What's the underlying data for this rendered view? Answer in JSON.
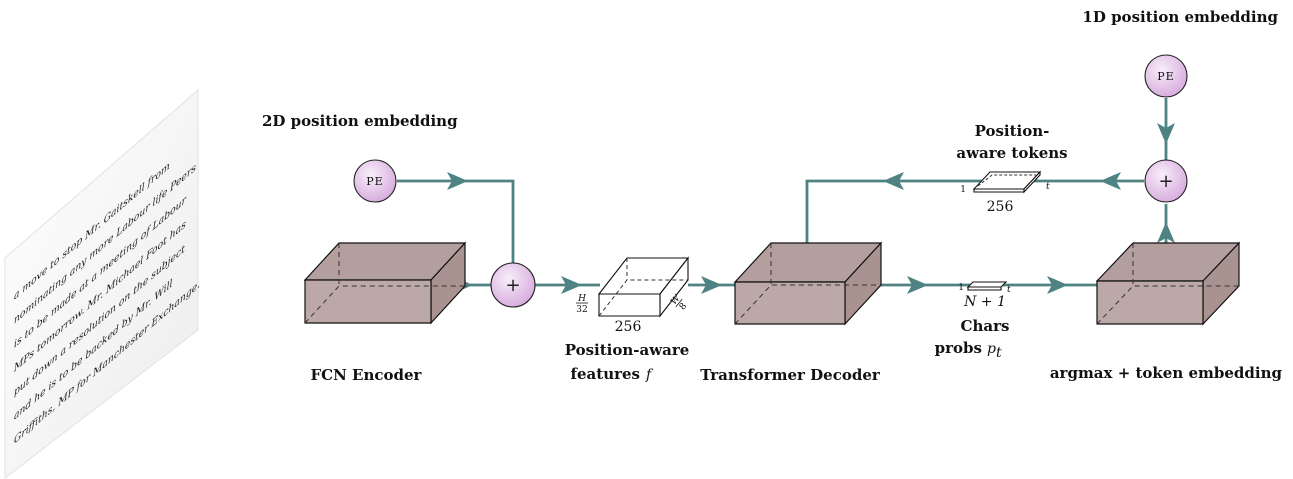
{
  "labels": {
    "one_d_pe": "1D position embedding",
    "two_d_pe": "2D position embedding",
    "fcn_encoder": "FCN Encoder",
    "pos_aware_features_line1": "Position-aware",
    "pos_aware_features_line2": "features",
    "features_symbol": "f",
    "transformer_decoder": "Transformer Decoder",
    "argmax": "argmax + token embedding",
    "pos_aware_tokens_line1": "Position-",
    "pos_aware_tokens_line2": "aware tokens",
    "chars_line1": "Chars",
    "chars_line2": "probs",
    "chars_symbol": "p",
    "chars_subscript": "t"
  },
  "nodes": {
    "pe_symbol": "PE",
    "plus_symbol": "+"
  },
  "dims": {
    "features_depth": "256",
    "features_h": "H",
    "features_h_den": "32",
    "features_w": "W",
    "features_w_den": "8",
    "tokens_depth": "256",
    "tokens_one": "1",
    "tokens_t": "t",
    "chars_size": "N + 1",
    "chars_one": "1",
    "chars_t": "t"
  },
  "handwriting": {
    "lines": [
      "a move to stop Mr. Gaitskell from",
      "nominating any more Labour life Peers",
      "is to be made at a meeting of Labour",
      "MPs tomorrow. Mr. Michael Foot has",
      "put down a resolution on the subject",
      "and he is to be backed by Mr. Will",
      "Griffiths, MP for Manchester Exchange."
    ]
  },
  "colors": {
    "connector": "#4f8283",
    "box_fill": "#bca9a7",
    "node_fill": "#e6c8ea"
  }
}
